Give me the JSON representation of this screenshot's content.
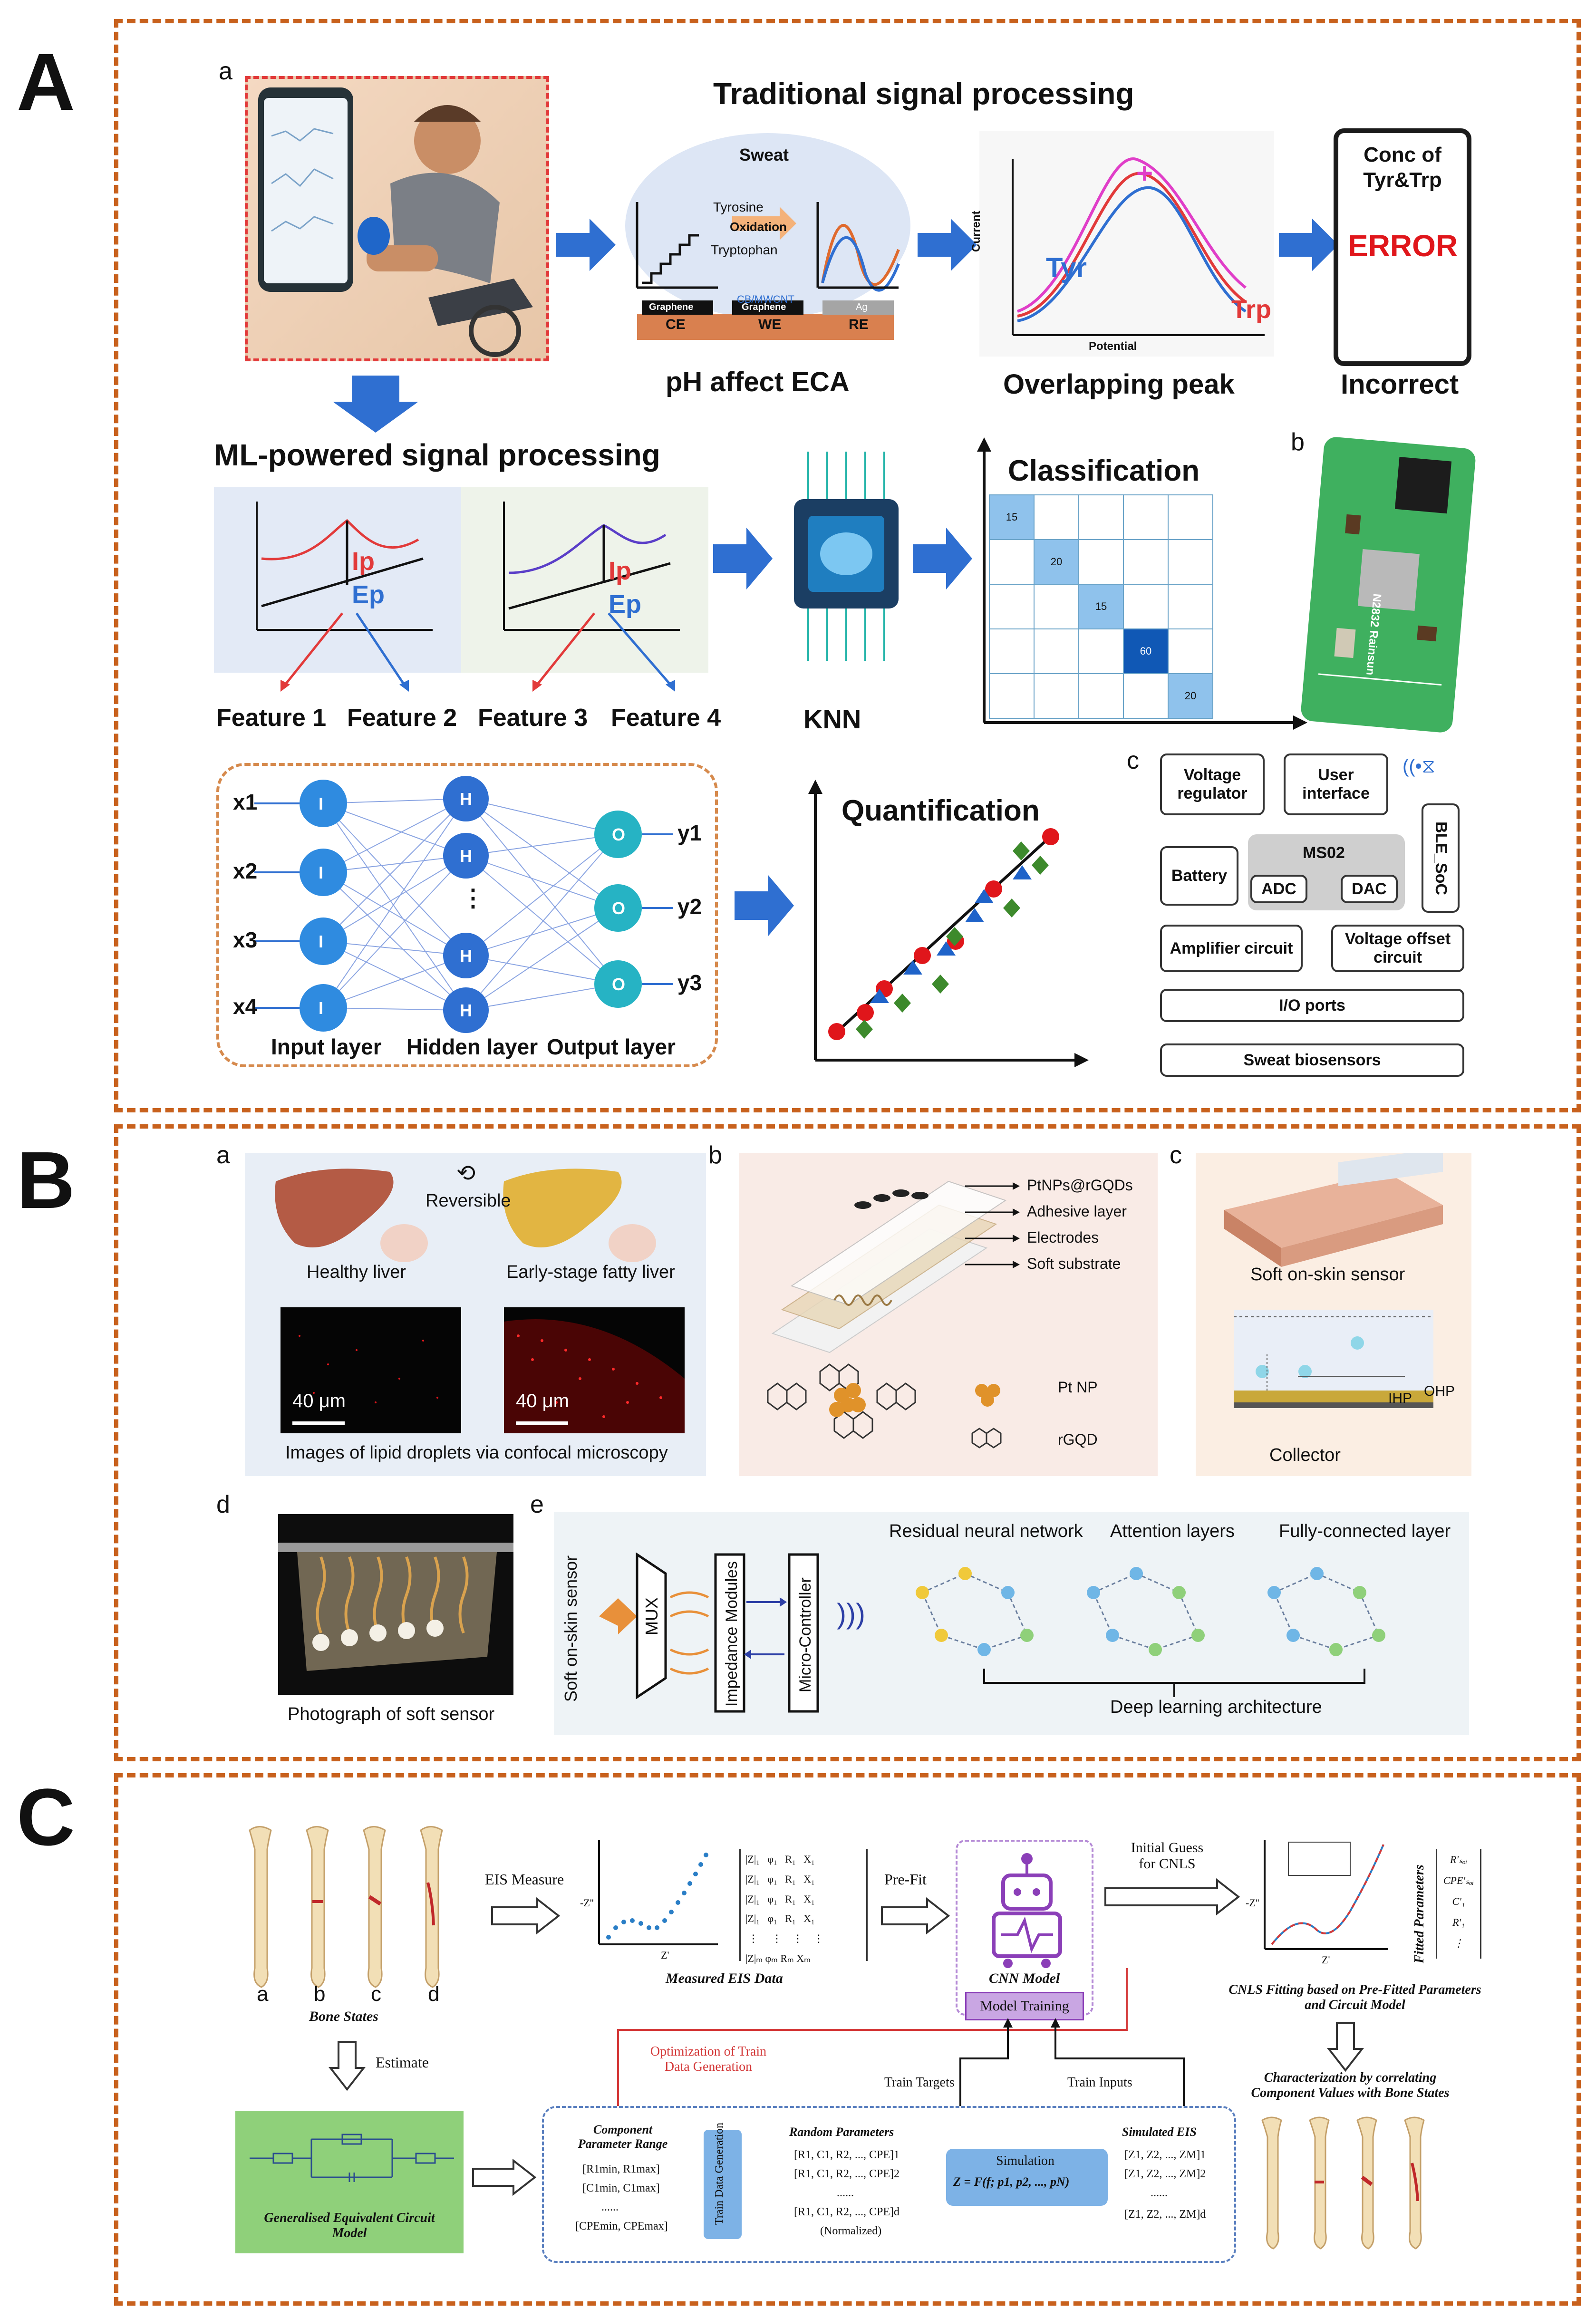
{
  "panelA": {
    "label": "A",
    "sub_a": "a",
    "sub_b": "b",
    "sub_c": "c",
    "traditional_title": "Traditional signal processing",
    "sweat": "Sweat",
    "tyrosine": "Tyrosine",
    "oxidation": "Oxidation",
    "tryptophan": "Tryptophan",
    "cb_mwcnt": "CB/MWCNT",
    "graphene1": "Graphene",
    "graphene2": "Graphene",
    "ag": "Ag",
    "ce": "CE",
    "we": "WE",
    "re": "RE",
    "ph_caption": "pH affect ECA",
    "current": "Current",
    "potential": "Potential",
    "tyr": "Tyr",
    "trp": "Trp",
    "overlap_caption": "Overlapping peak",
    "conc_label": "Conc of Tyr&Trp",
    "error": "ERROR",
    "incorrect": "Incorrect",
    "ml_title": "ML-powered signal processing",
    "ip": "Ip",
    "ep": "Ep",
    "features": [
      "Feature 1",
      "Feature 2",
      "Feature 3",
      "Feature 4"
    ],
    "knn": "KNN",
    "classification": "Classification",
    "matrix_values": [
      "15",
      "20",
      "15",
      "60",
      "20"
    ],
    "inputs": [
      "x1",
      "x2",
      "x3",
      "x4"
    ],
    "outputs": [
      "y1",
      "y2",
      "y3"
    ],
    "node_i": "I",
    "node_h": "H",
    "node_o": "O",
    "vdots": "⋮",
    "input_layer": "Input layer",
    "hidden_layer": "Hidden layer",
    "output_layer": "Output layer",
    "quantification": "Quantification",
    "pcb_text": "N2832 Rainsun",
    "block": {
      "voltage_regulator": "Voltage regulator",
      "user_interface": "User interface",
      "ble_soc": "BLE_SoC",
      "battery": "Battery",
      "ms02": "MS02",
      "adc": "ADC",
      "dac": "DAC",
      "amplifier": "Amplifier circuit",
      "voltage_offset": "Voltage offset circuit",
      "io_ports": "I/O ports",
      "sweat_biosensors": "Sweat biosensors"
    },
    "colors": {
      "accent": "#2f6fd1",
      "error": "#e0161b",
      "dash": "#c8611d"
    }
  },
  "panelB": {
    "label": "B",
    "sub_a": "a",
    "sub_b": "b",
    "sub_c": "c",
    "sub_d": "d",
    "sub_e": "e",
    "reversible": "Reversible",
    "healthy_liver": "Healthy liver",
    "fatty_liver": "Early-stage fatty liver",
    "scale1": "40 μm",
    "scale2": "40 μm",
    "confocal_caption": "Images of lipid droplets via confocal microscopy",
    "layers": [
      "PtNPs@rGQDs",
      "Adhesive layer",
      "Electrodes",
      "Soft substrate"
    ],
    "pt_np": "Pt NP",
    "rgqd": "rGQD",
    "soft_sensor": "Soft on-skin sensor",
    "ihp": "IHP",
    "ohp": "OHP",
    "collector": "Collector",
    "photo_caption": "Photograph of soft sensor",
    "soft_vertical": "Soft on-skin sensor",
    "mux": "MUX",
    "impedance": "Impedance Modules",
    "micro": "Micro-Controller",
    "residual": "Residual neural network",
    "attention": "Attention layers",
    "fc": "Fully-connected layer",
    "deep": "Deep learning architecture"
  },
  "panelC": {
    "label": "C",
    "bone_letters": [
      "a",
      "b",
      "c",
      "d"
    ],
    "bone_states": "Bone States",
    "eis_measure": "EIS Measure",
    "zpp": "-Z''",
    "zp": "Z'",
    "measured": "Measured EIS Data",
    "prefit": "Pre-Fit",
    "initial_guess": "Initial Guess for CNLS",
    "cnn_model": "CNN Model",
    "model_training": "Model Training",
    "cnls_fitting": "CNLS Fitting based on Pre-Fitted Parameters and Circuit Model",
    "fitted_params": "Fitted Parameters",
    "estimate": "Estimate",
    "optimization": "Optimization of Train Data Generation",
    "train_targets": "Train Targets",
    "train_inputs": "Train Inputs",
    "characterization": "Characterization by correlating Component Values with Bone States",
    "generalised": "Generalised Equivalent Circuit Model",
    "component_range": "Component Parameter Range",
    "train_data_gen": "Train Data Generation",
    "random_params": "Random Parameters",
    "normalized": "(Normalized)",
    "simulation": "Simulation",
    "sim_formula": "Z = F(f; p1, p2, ..., pN)",
    "simulated": "Simulated EIS",
    "range_lines": [
      "[R1min, R1max]",
      "[C1min, C1max]",
      "......",
      "[CPEmin, CPEmax]"
    ],
    "random_lines": [
      "[R1, C1, R2, ..., CPE]1",
      "[R1, C1, R2, ..., CPE]2",
      "......",
      "[R1, C1, R2, ..., CPE]d"
    ],
    "sim_lines": [
      "[Z1, Z2, ..., ZM]1",
      "[Z1, Z2, ..., ZM]2",
      "......",
      "[Z1, Z2, ..., ZM]d"
    ],
    "colors": {
      "gen_box": "#8fd07a",
      "sim_box": "#7db2e6",
      "cnn_border": "#b58ad6",
      "red_line": "#d43a3a"
    }
  }
}
